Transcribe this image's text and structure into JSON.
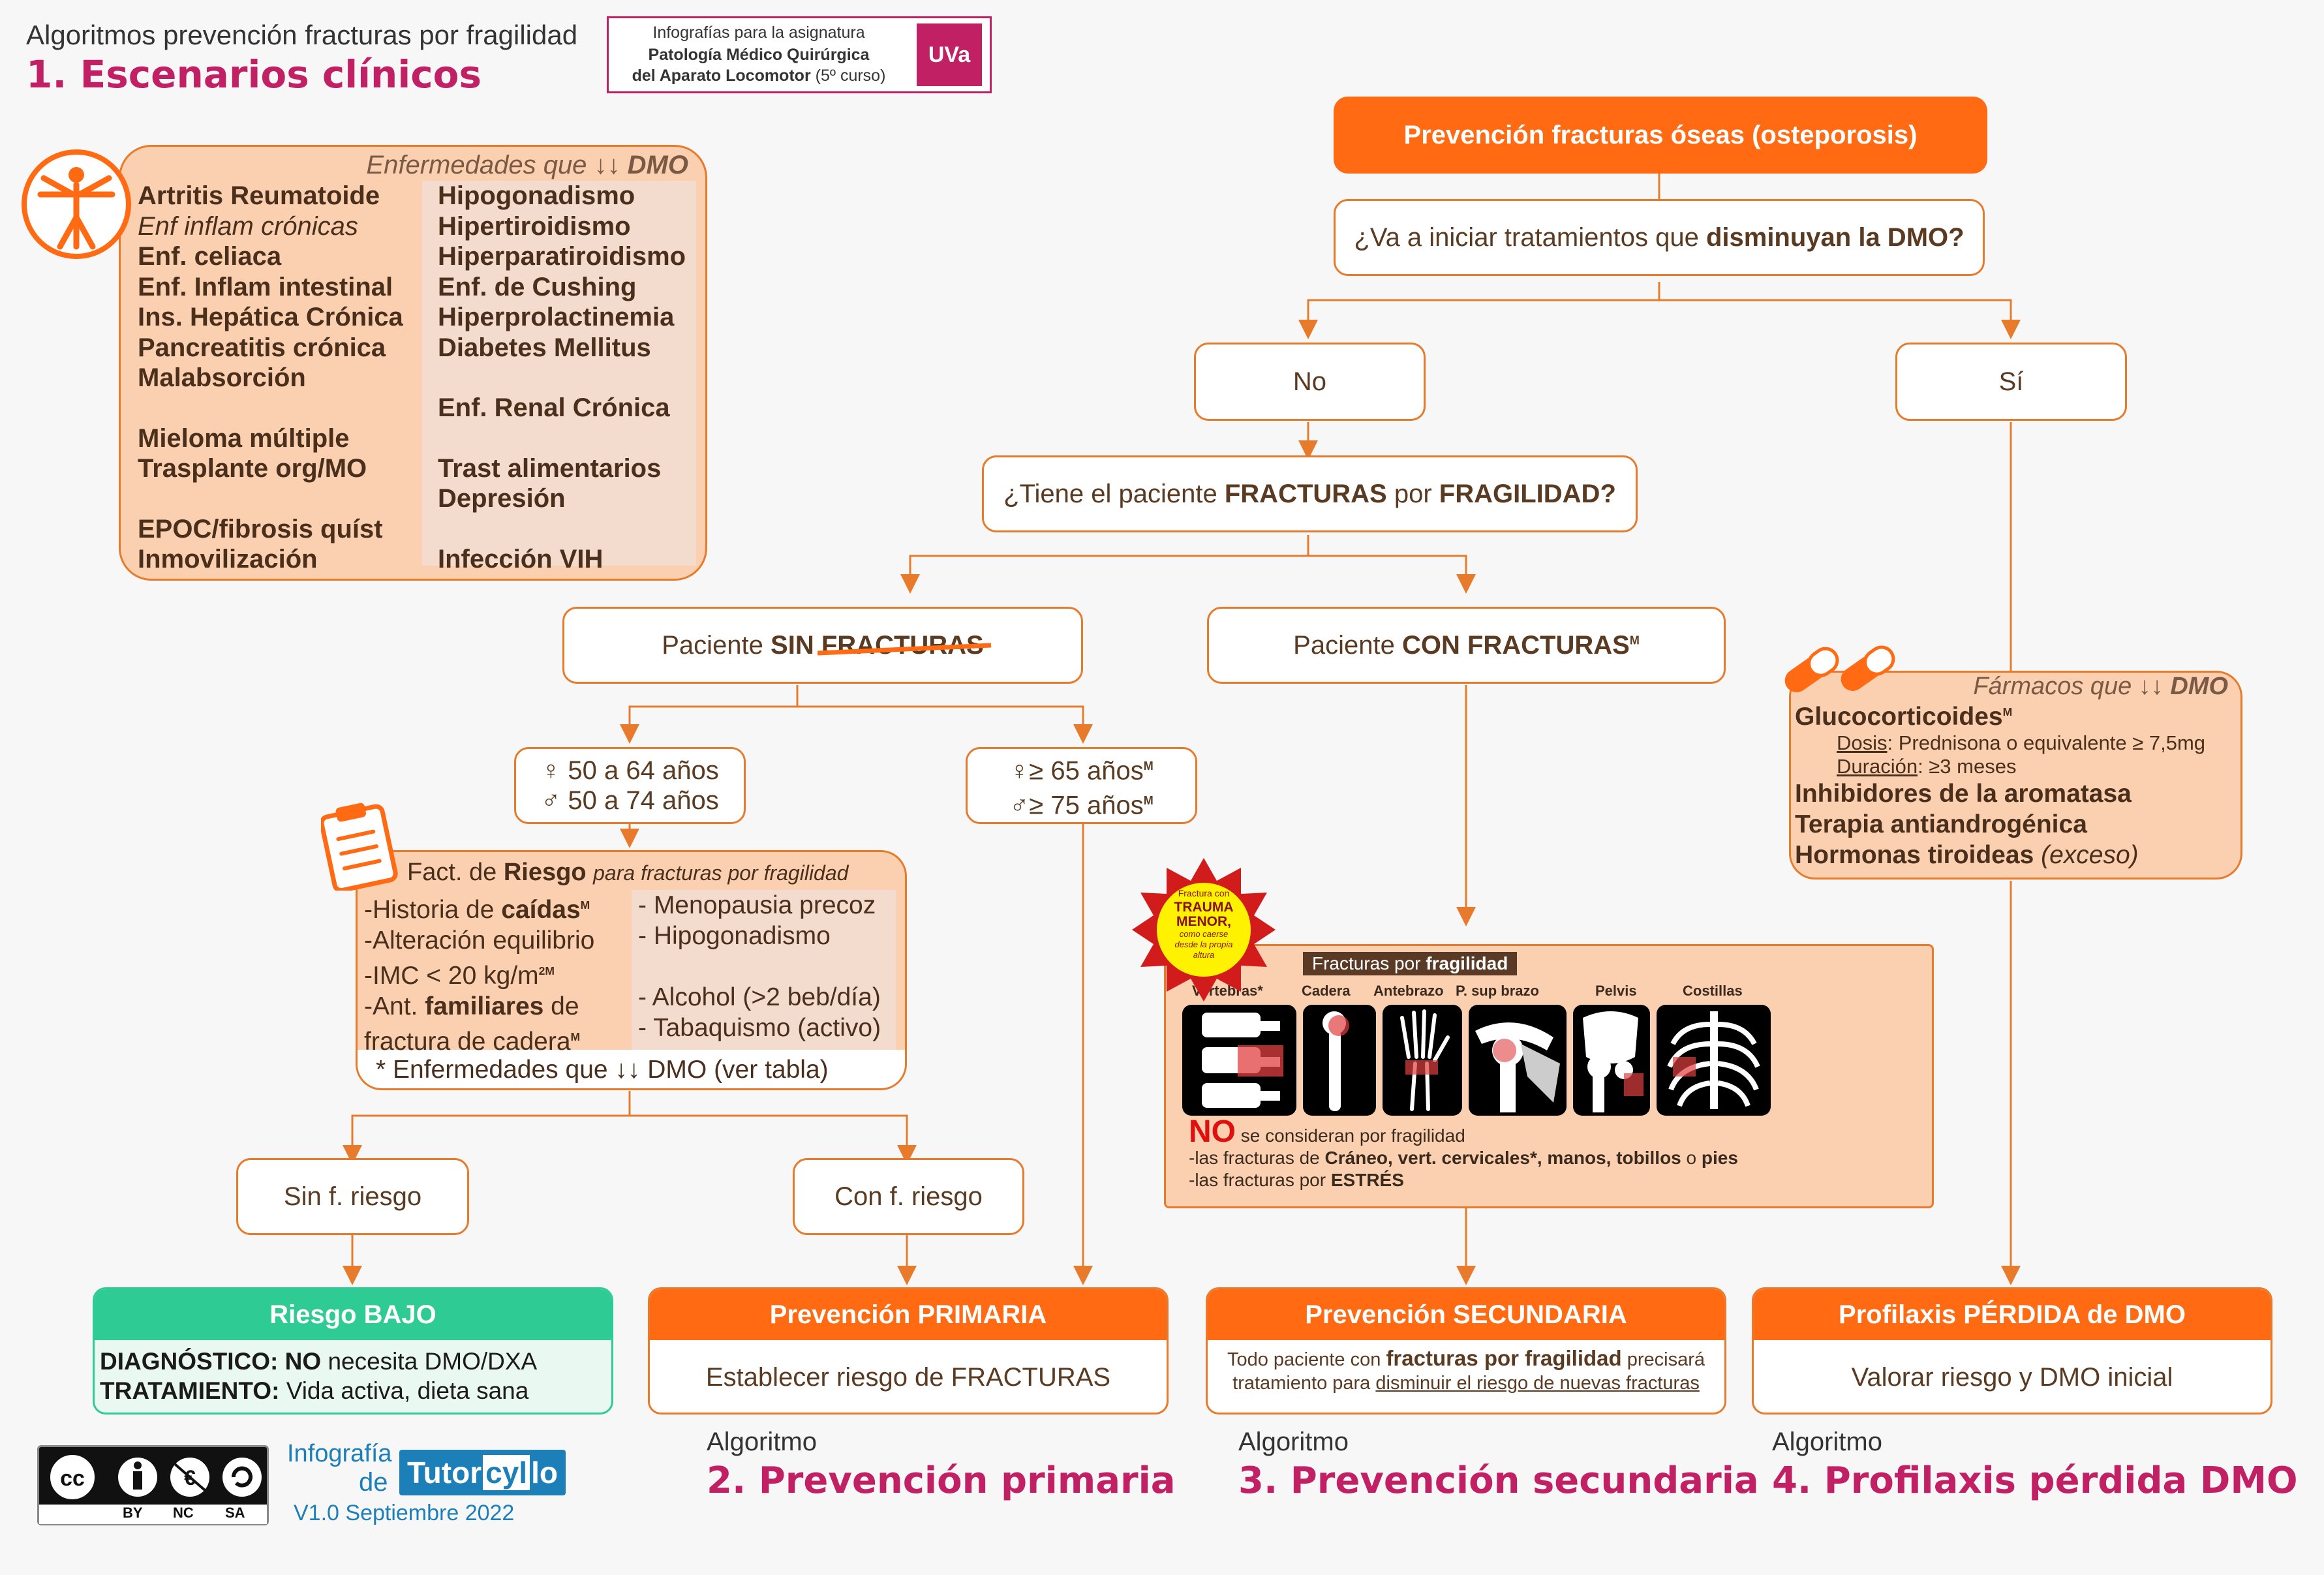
{
  "header": {
    "subtitle": "Algoritmos prevención fracturas por fragilidad",
    "title": "1. Escenarios clínicos",
    "badge_line1": "Infografías para la asignatura",
    "badge_line2": "Patología Médico Quirúrgica",
    "badge_line3a": "del Aparato Locomotor",
    "badge_line3b": "(5º curso)",
    "badge_logo": "UVa"
  },
  "disease_table": {
    "title_a": "Enfermedades que ↓↓",
    "title_b": "DMO",
    "col1": [
      "Artritis Reumatoide",
      "Enf inflam crónicas",
      "Enf. celiaca",
      "Enf. Inflam intestinal",
      "Ins. Hepática Crónica",
      "Pancreatitis crónica",
      "Malabsorción",
      "Mieloma múltiple",
      "Trasplante org/MO",
      "EPOC/fibrosis quíst",
      "Inmovilización"
    ],
    "col2": [
      "Hipogonadismo",
      "Hipertiroidismo",
      "Hiperparatiroidismo",
      "Enf. de Cushing",
      "Hiperprolactinemia",
      "Diabetes Mellitus",
      "Enf. Renal Crónica",
      "Trast alimentarios",
      "Depresión",
      "Infección VIH"
    ]
  },
  "flow": {
    "top": "Prevención fracturas óseas (osteporosis)",
    "q1_a": "¿Va a iniciar tratamientos que",
    "q1_b": "disminuyan la DMO?",
    "no": "No",
    "si": "Sí",
    "q2_a": "¿Tiene el paciente",
    "q2_b": "FRACTURAS",
    "q2_c": "por",
    "q2_d": "FRAGILIDAD?",
    "sin_a": "Paciente",
    "sin_b": "SIN",
    "sin_c": "FRACTURAS",
    "con_a": "Paciente",
    "con_b": "CON FRACTURAS",
    "con_sup": "M",
    "age1_f": "♀ 50 a 64 años",
    "age1_m": "♂ 50 a 74 años",
    "age2_f": "♀≥ 65 años",
    "age2_m": "♂≥ 75 años",
    "age_sup": "M"
  },
  "risk": {
    "title_a": "Fact. de",
    "title_b": "Riesgo",
    "title_c": "para fracturas por fragilidad",
    "left": [
      "-Historia de",
      "caídas",
      "-Alteración equilibrio",
      "-IMC < 20 kg/m",
      "-Ant.",
      "familiares",
      "de",
      "fractura de cadera"
    ],
    "right": [
      "- Menopausia precoz",
      "- Hipogonadismo",
      "- Alcohol (>2 beb/día)",
      "- Tabaquismo (activo)"
    ],
    "footer": "* Enfermedades que ↓↓ DMO (ver tabla)",
    "sup_m": "M",
    "sup_2m": "2M",
    "sin": "Sin f. riesgo",
    "con": "Con f. riesgo"
  },
  "fragility": {
    "badge": [
      "Fractura con",
      "TRAUMA",
      "MENOR,",
      "como caerse",
      "desde la propia",
      "altura"
    ],
    "title_a": "Fracturas por",
    "title_b": "fragilidad",
    "labels": [
      "Vertebras*",
      "Cadera",
      "Antebrazo",
      "P. sup brazo",
      "Pelvis",
      "Costillas"
    ],
    "no_word": "NO",
    "no_text": "se consideran por fragilidad",
    "line1_a": "-las fracturas de",
    "line1_b": "Cráneo, vert. cervicales*, manos, tobillos",
    "line1_c": "o",
    "line1_d": "pies",
    "line2_a": "-las fracturas por",
    "line2_b": "ESTRÉS"
  },
  "drugs": {
    "title_a": "Fármacos que ↓↓",
    "title_b": "DMO",
    "gluco": "Glucocorticoides",
    "gluco_sup": "M",
    "dosis_label": "Dosis",
    "dosis_text": ": Prednisona o equivalente ≥ 7,5mg",
    "dur_label": "Duración",
    "dur_text": ": ≥3 meses",
    "aroma": "Inhibidores de la aromatasa",
    "anti": "Terapia antiandrogénica",
    "tiro_a": "Hormonas tiroideas",
    "tiro_b": "(exceso)"
  },
  "outcomes": {
    "bajo_title": "Riesgo BAJO",
    "bajo_l1a": "DIAGNÓSTICO:",
    "bajo_l1b": "NO",
    "bajo_l1c": "necesita DMO/DXA",
    "bajo_l2a": "TRATAMIENTO:",
    "bajo_l2b": "Vida activa, dieta sana",
    "prim_title": "Prevención PRIMARIA",
    "prim_body": "Establecer riesgo de FRACTURAS",
    "sec_title": "Prevención SECUNDARIA",
    "sec_l1a": "Todo paciente con",
    "sec_l1b": "fracturas por fragilidad",
    "sec_l1c": "precisará",
    "sec_l2a": "tratamiento para",
    "sec_l2b": "disminuir el riesgo de nuevas fracturas",
    "prof_title": "Profilaxis PÉRDIDA de DMO",
    "prof_body": "Valorar riesgo y DMO inicial"
  },
  "links": {
    "word": "Algoritmo",
    "prim": "2. Prevención primaria",
    "sec": "3. Prevención secundaria",
    "prof": "4. Profilaxis pérdida DMO"
  },
  "footer": {
    "cc_labels": [
      "BY",
      "NC",
      "SA"
    ],
    "infografia": "Infografía",
    "de": "de",
    "brand_a": "Tutor",
    "brand_b": "cyl",
    "brand_c": "lo",
    "version": "V1.0 Septiembre 2022"
  },
  "colors": {
    "orange": "#ff6a13",
    "line": "#e77b2b",
    "peach": "#fbd0b0",
    "green": "#2ecc94",
    "magenta": "#c22065"
  }
}
